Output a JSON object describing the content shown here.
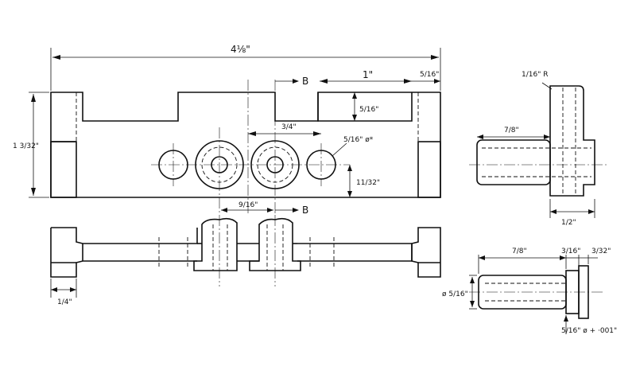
{
  "dimensions": {
    "overall_length": "4⅛\"",
    "right_tab_width": "5/16\"",
    "slot_width": "1\"",
    "slot_depth": "5/16\"",
    "height_left": "1 3/32\"",
    "hole_spacing": "3/4\"",
    "small_hole_dia": "5/16\" ø*",
    "hole_height": "11/32\"",
    "bore_offset": "9/16\"",
    "left_step": "1/4\"",
    "side_radius": "1/16\" R",
    "side_length": "7/8\"",
    "side_width": "1/2\"",
    "pin_length": "7/8\"",
    "pin_collar": "3/16\"",
    "pin_head": "3/32\"",
    "pin_dia": "ø 5/16\"",
    "pin_fit": "5/16\" ø + ·001\""
  },
  "section_labels": {
    "top": "B",
    "bottom": "B"
  }
}
